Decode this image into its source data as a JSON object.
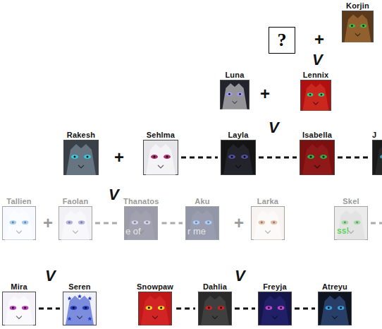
{
  "diagram": {
    "nodes": [
      {
        "text": [
          "?"
        ]
      },
      {
        "text": [
          "Korjin"
        ]
      },
      {
        "text": [
          "Luna"
        ]
      },
      {
        "text": [
          "Lennix"
        ]
      },
      {
        "text": [
          "Rakesh"
        ]
      },
      {
        "text": [
          "Sehlma"
        ]
      },
      {
        "text": [
          "Layla"
        ]
      },
      {
        "text": [
          "Isabella"
        ]
      },
      {
        "text": [
          "J"
        ]
      },
      {
        "text": [
          "Tallien"
        ]
      },
      {
        "text": [
          "Faolan"
        ]
      },
      {
        "text": [
          "Thanatos"
        ]
      },
      {
        "text": [
          "Aku"
        ]
      },
      {
        "text": [
          "Larka"
        ]
      },
      {
        "text": [
          "Skel"
        ]
      },
      {
        "text": [
          "Mira"
        ]
      },
      {
        "text": [
          "Seren"
        ]
      },
      {
        "text": [
          "Snowpaw"
        ]
      },
      {
        "text": [
          "Dahlia"
        ]
      },
      {
        "text": [
          "Freyja"
        ]
      },
      {
        "text": [
          "Atreyu"
        ]
      }
    ],
    "edges": [
      {
        "from": 5,
        "to": 6,
        "arrow": "none"
      },
      {
        "from": 6,
        "to": 7,
        "arrow": "none"
      },
      {
        "from": 7,
        "to": 8,
        "arrow": "none"
      },
      {
        "from": 10,
        "to": 11,
        "arrow": "none"
      },
      {
        "from": 11,
        "to": 12,
        "arrow": "none"
      },
      {
        "from": 15,
        "to": 16,
        "arrow": "none"
      },
      {
        "from": 17,
        "to": 18,
        "arrow": "none"
      },
      {
        "from": 18,
        "to": 19,
        "arrow": "none"
      },
      {
        "from": 19,
        "to": 20,
        "arrow": "none"
      }
    ],
    "labels": [
      "+",
      "V",
      "+",
      "V",
      "+",
      "V",
      "+",
      "+",
      "V",
      "V",
      "e of",
      "r me",
      "ss!"
    ]
  }
}
